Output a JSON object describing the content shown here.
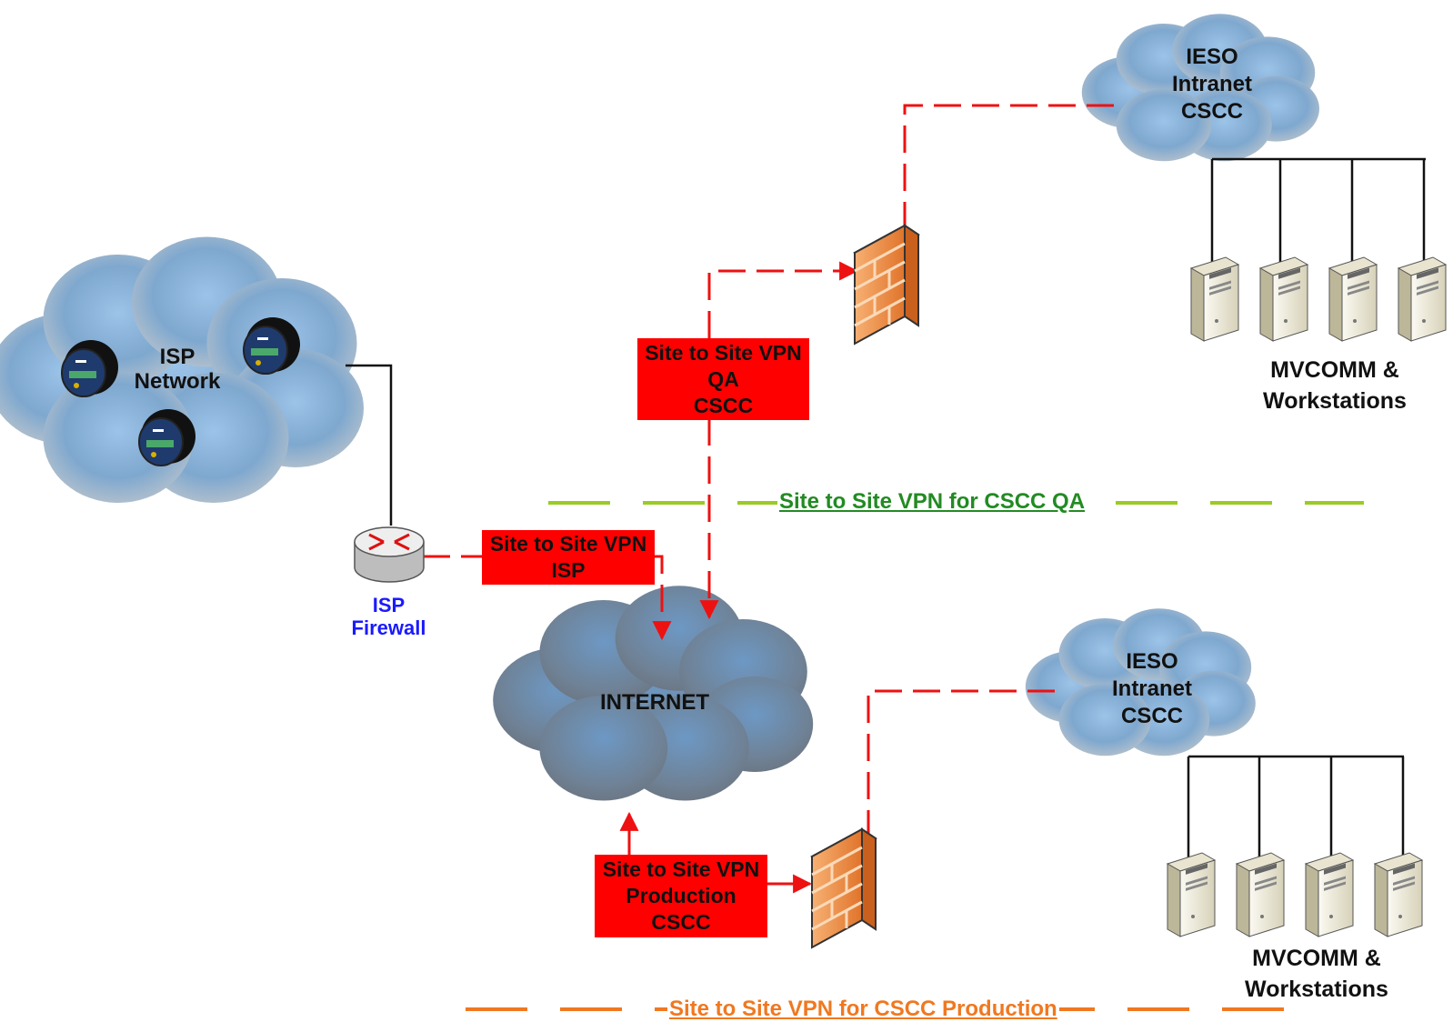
{
  "colors": {
    "vpn_link": "#ee1111",
    "vpn_box": "#ff0000",
    "qa_divider": "#99cc22",
    "qa_text": "#228b22",
    "prod_divider": "#f07820",
    "prod_text": "#f07820",
    "isp_firewall_text": "#1a1aff",
    "cloud_blue": "#5b9bd5",
    "internet_cloud": "#708090",
    "firewall": "#f28a38"
  },
  "isp_cloud": {
    "label": "ISP\nNetwork"
  },
  "isp_firewall": {
    "label": "ISP\nFirewall"
  },
  "internet_cloud": {
    "label": "INTERNET"
  },
  "qa_site": {
    "cloud_label": "IESO\nIntranet\nCSCC",
    "servers_label": "MVCOMM &\nWorkstations",
    "vpn_box": "Site to Site VPN\nQA\nCSCC"
  },
  "prod_site": {
    "cloud_label": "IESO\nIntranet\nCSCC",
    "servers_label": "MVCOMM &\nWorkstations",
    "vpn_box": "Site to Site VPN\nProduction\nCSCC"
  },
  "isp_vpn_box": "Site to Site VPN\nISP",
  "sections": {
    "qa": "Site to Site VPN for CSCC QA",
    "prod": "Site to Site VPN for CSCC Production"
  },
  "icons": [
    "cloud-icon",
    "router-icon",
    "firewall-icon",
    "server-icon",
    "isp-device-icon"
  ]
}
